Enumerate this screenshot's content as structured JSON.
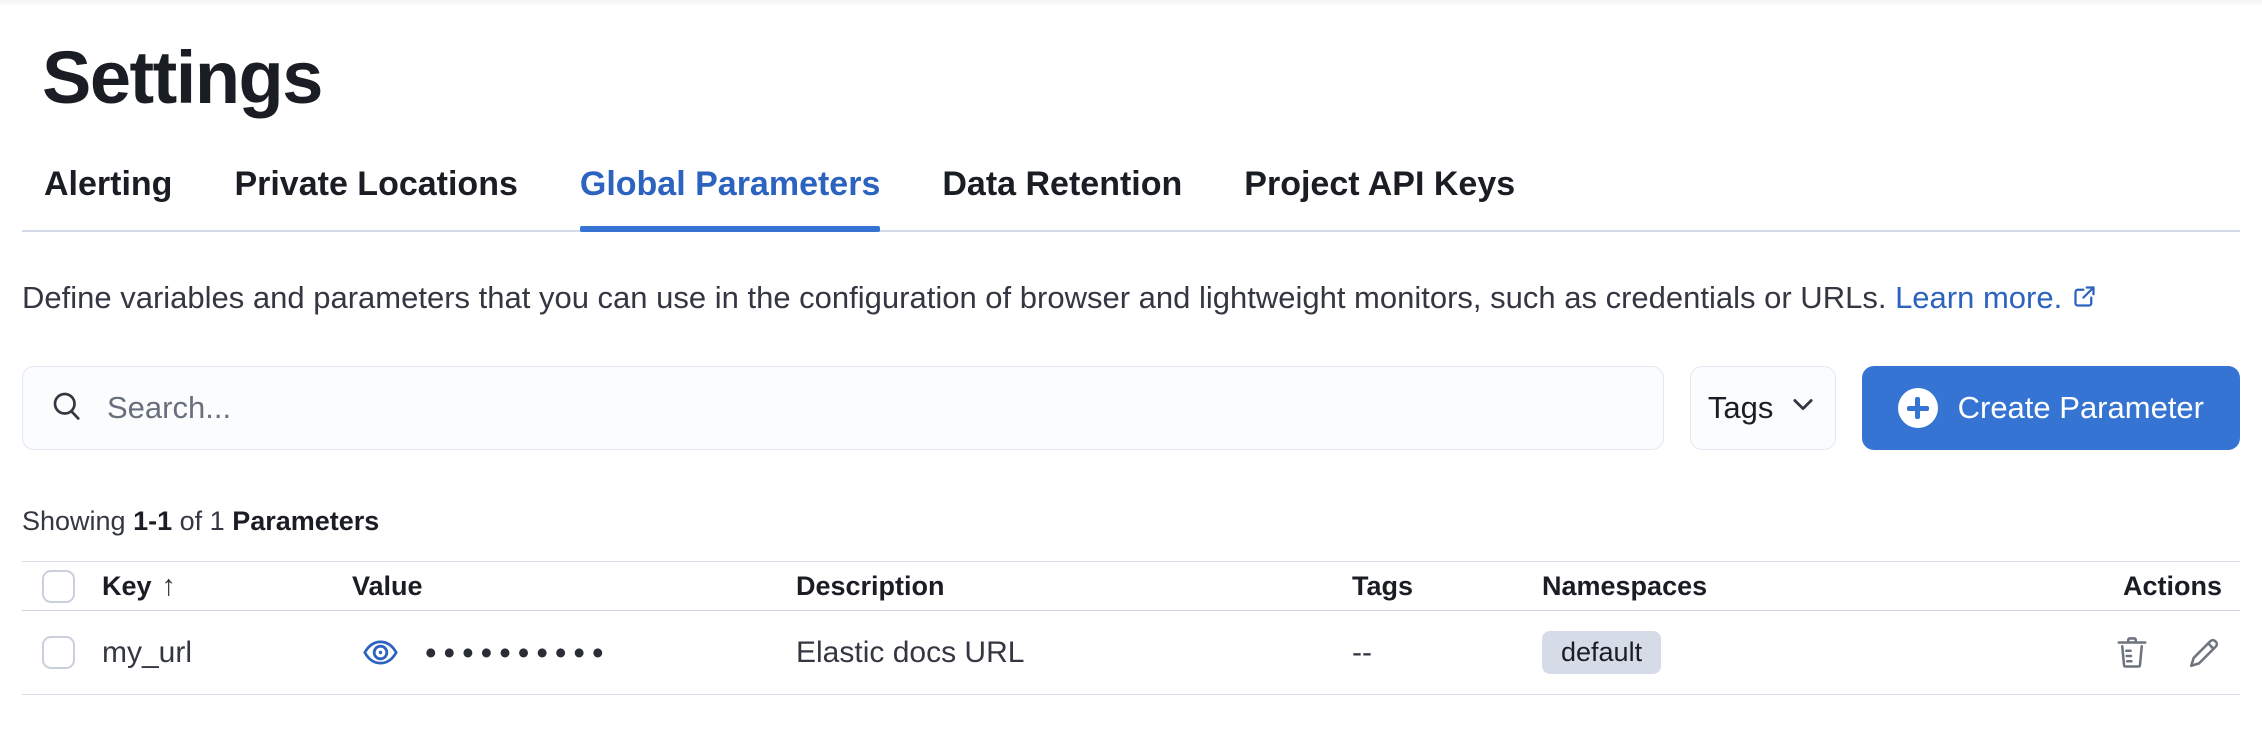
{
  "page": {
    "title": "Settings"
  },
  "tabs": [
    {
      "label": "Alerting",
      "active": false
    },
    {
      "label": "Private Locations",
      "active": false
    },
    {
      "label": "Global Parameters",
      "active": true
    },
    {
      "label": "Data Retention",
      "active": false
    },
    {
      "label": "Project API Keys",
      "active": false
    }
  ],
  "description": {
    "text": "Define variables and parameters that you can use in the configuration of browser and lightweight monitors, such as credentials or URLs.",
    "link_label": "Learn more.",
    "link_icon": "external-link-icon"
  },
  "toolbar": {
    "search_placeholder": "Search...",
    "search_icon": "magnifier-icon",
    "tags_filter_label": "Tags",
    "tags_chevron_icon": "chevron-down-icon",
    "create_button_label": "Create Parameter",
    "create_button_icon": "plus-in-circle-icon"
  },
  "summary": {
    "prefix": "Showing",
    "range": "1-1",
    "middle": "of 1",
    "entity": "Parameters"
  },
  "table": {
    "columns": [
      "Key",
      "Value",
      "Description",
      "Tags",
      "Namespaces",
      "Actions"
    ],
    "sort": {
      "column": "Key",
      "direction": "ascending",
      "arrow": "↑"
    },
    "rows": [
      {
        "key": "my_url",
        "value_masked": "••••••••••",
        "value_hidden_icon": "eye-icon",
        "description": "Elastic docs URL",
        "tags": "--",
        "namespace": "default",
        "actions": [
          "delete",
          "edit"
        ]
      }
    ]
  },
  "colors": {
    "accent_blue": "#2c63bf",
    "button_blue": "#3574d2",
    "text_dark": "#1b1d24",
    "text_body": "#343741",
    "badge_bg": "#d6dce7",
    "border_light": "#d9dfe8"
  }
}
